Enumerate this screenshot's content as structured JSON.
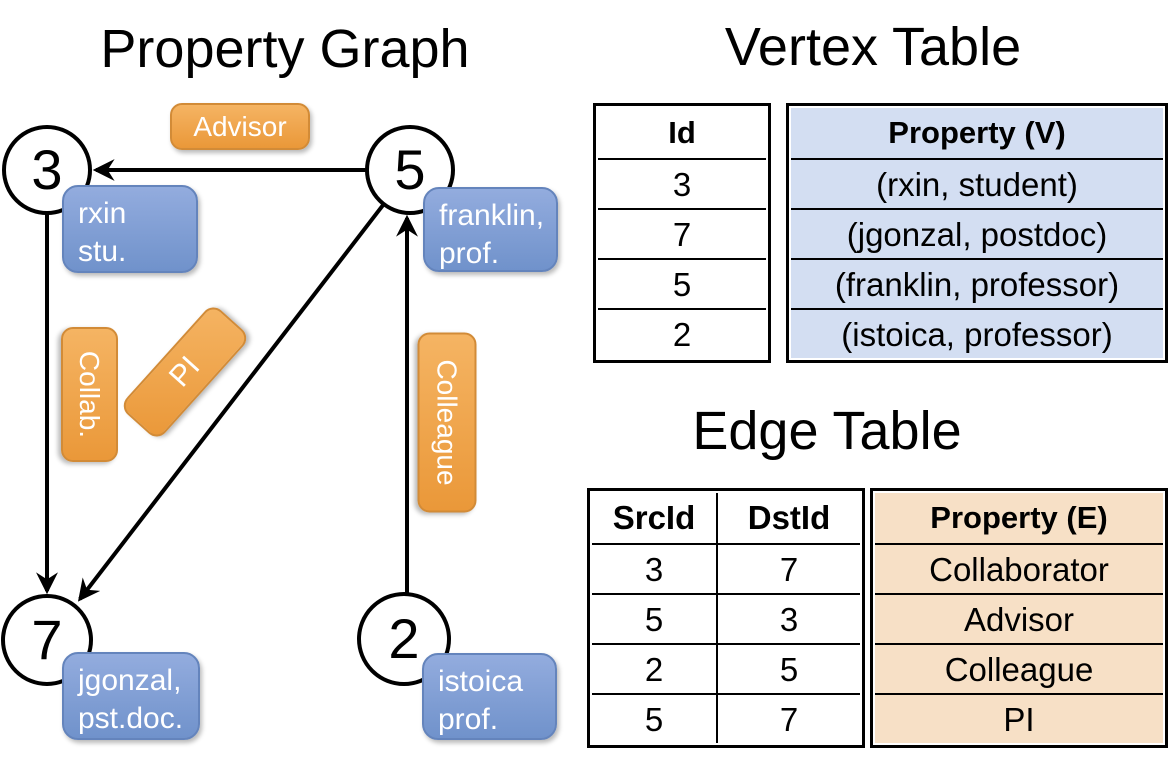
{
  "graph": {
    "title": "Property Graph",
    "nodes": [
      {
        "id": "3"
      },
      {
        "id": "5"
      },
      {
        "id": "7"
      },
      {
        "id": "2"
      }
    ],
    "edge_labels": [
      {
        "text": "Advisor"
      },
      {
        "text": "Collab."
      },
      {
        "text": "PI"
      },
      {
        "text": "Colleague"
      }
    ],
    "node_labels": [
      {
        "lines": [
          "rxin",
          "stu."
        ]
      },
      {
        "lines": [
          "franklin,",
          "prof."
        ]
      },
      {
        "lines": [
          "jgonzal,",
          "pst.doc."
        ]
      },
      {
        "lines": [
          "istoica",
          "prof."
        ]
      }
    ]
  },
  "vertex_table": {
    "title": "Vertex Table",
    "columns": [
      "Id",
      "Property (V)"
    ],
    "rows": [
      [
        "3",
        "(rxin, student)"
      ],
      [
        "7",
        "(jgonzal, postdoc)"
      ],
      [
        "5",
        "(franklin, professor)"
      ],
      [
        "2",
        "(istoica, professor)"
      ]
    ]
  },
  "edge_table": {
    "title": "Edge Table",
    "columns": [
      "SrcId",
      "DstId",
      "Property (E)"
    ],
    "rows": [
      [
        "3",
        "7",
        "Collaborator"
      ],
      [
        "5",
        "3",
        "Advisor"
      ],
      [
        "2",
        "5",
        "Colleague"
      ],
      [
        "5",
        "7",
        "PI"
      ]
    ]
  },
  "colors": {
    "orange_top": "#F5B463",
    "orange_bottom": "#EA9839",
    "orange_border": "#D28B37",
    "blue_top": "#93ACDE",
    "blue_bottom": "#7092CB",
    "blue_border": "#6484BC",
    "vertex_cell_bg": "#D3DEF2",
    "edge_cell_bg": "#F7E0C6",
    "line": "#000000"
  }
}
